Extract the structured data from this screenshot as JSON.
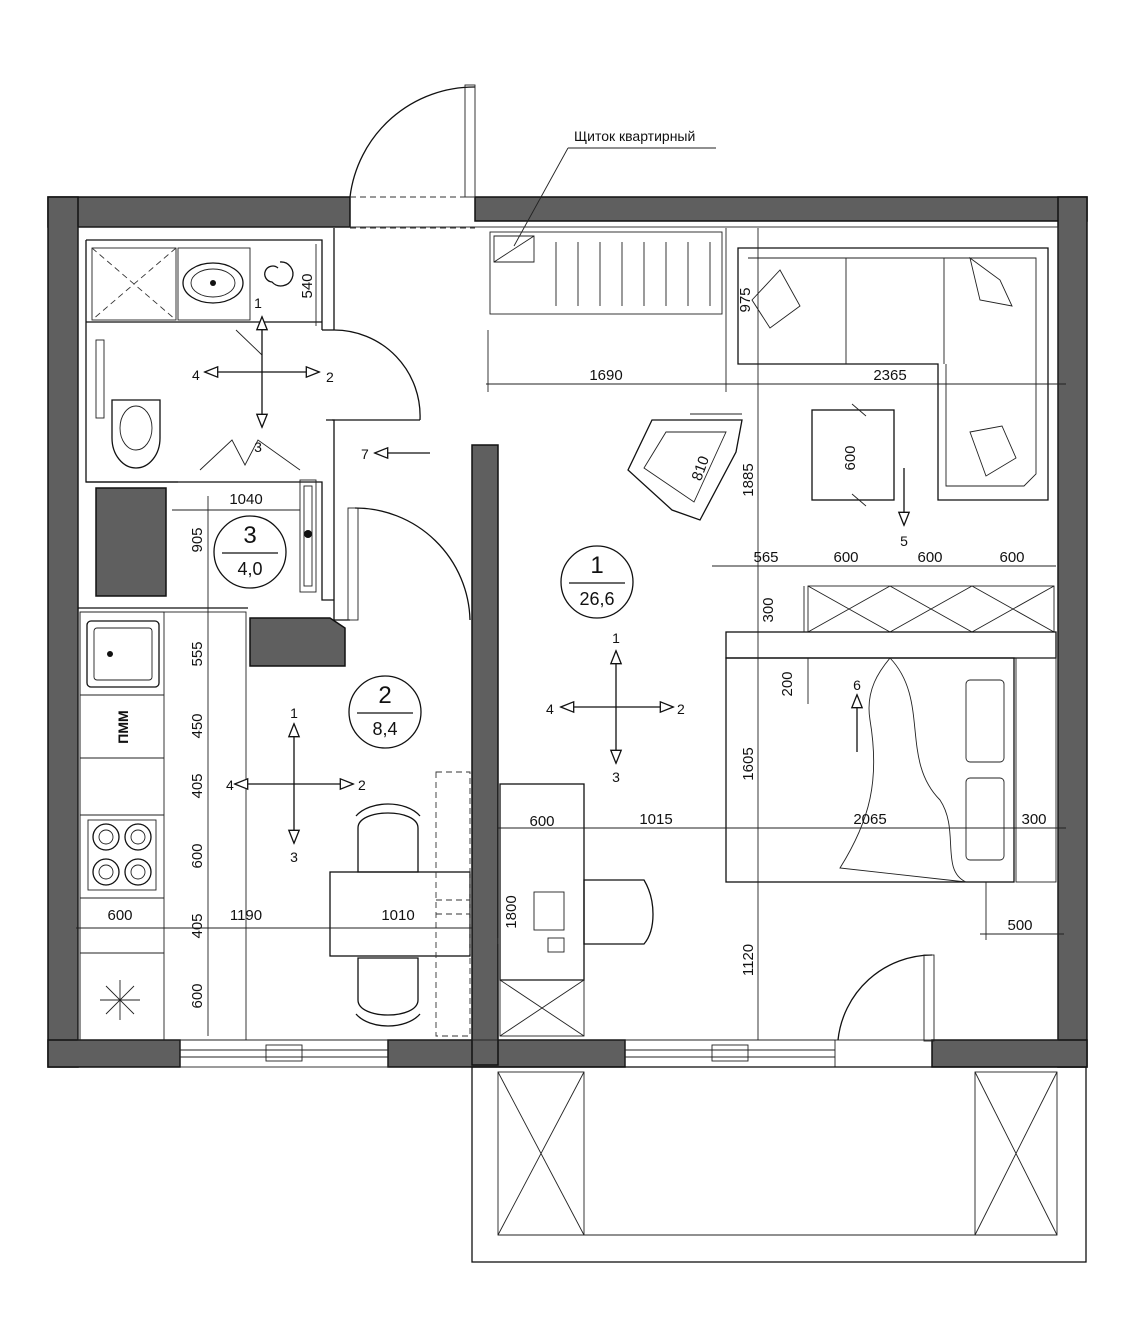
{
  "panel_label": "Щиток квартирный",
  "rooms": [
    {
      "number": "1",
      "area": "26,6"
    },
    {
      "number": "2",
      "area": "8,4"
    },
    {
      "number": "3",
      "area": "4,0"
    }
  ],
  "appliance_label": "ПММ",
  "view_markers": {
    "bath": [
      "1",
      "2",
      "3",
      "4"
    ],
    "kitchen": [
      "1",
      "2",
      "3",
      "4"
    ],
    "living": [
      "1",
      "2",
      "3",
      "4"
    ],
    "extra": [
      "5",
      "6",
      "7"
    ]
  },
  "dimensions": {
    "d1690": "1690",
    "d2365": "2365",
    "d975": "975",
    "d810": "810",
    "d600_table": "600",
    "d1885": "1885",
    "d565": "565",
    "d600_a": "600",
    "d600_b": "600",
    "d600_c": "600",
    "d300_shelf": "300",
    "d200": "200",
    "d1605": "1605",
    "d600_desk": "600",
    "d1015": "1015",
    "d2065": "2065",
    "d300_right": "300",
    "d1800": "1800",
    "d1120": "1120",
    "d500": "500",
    "d540": "540",
    "d1040": "1040",
    "d905": "905",
    "d555": "555",
    "d450": "450",
    "d405_a": "405",
    "d600_k1": "600",
    "d405_b": "405",
    "d600_k2": "600",
    "d600_k_left": "600",
    "d1190": "1190",
    "d1010": "1010"
  },
  "colors": {
    "wall": "#5f5f5f",
    "line": "#111111",
    "background": "#ffffff"
  }
}
